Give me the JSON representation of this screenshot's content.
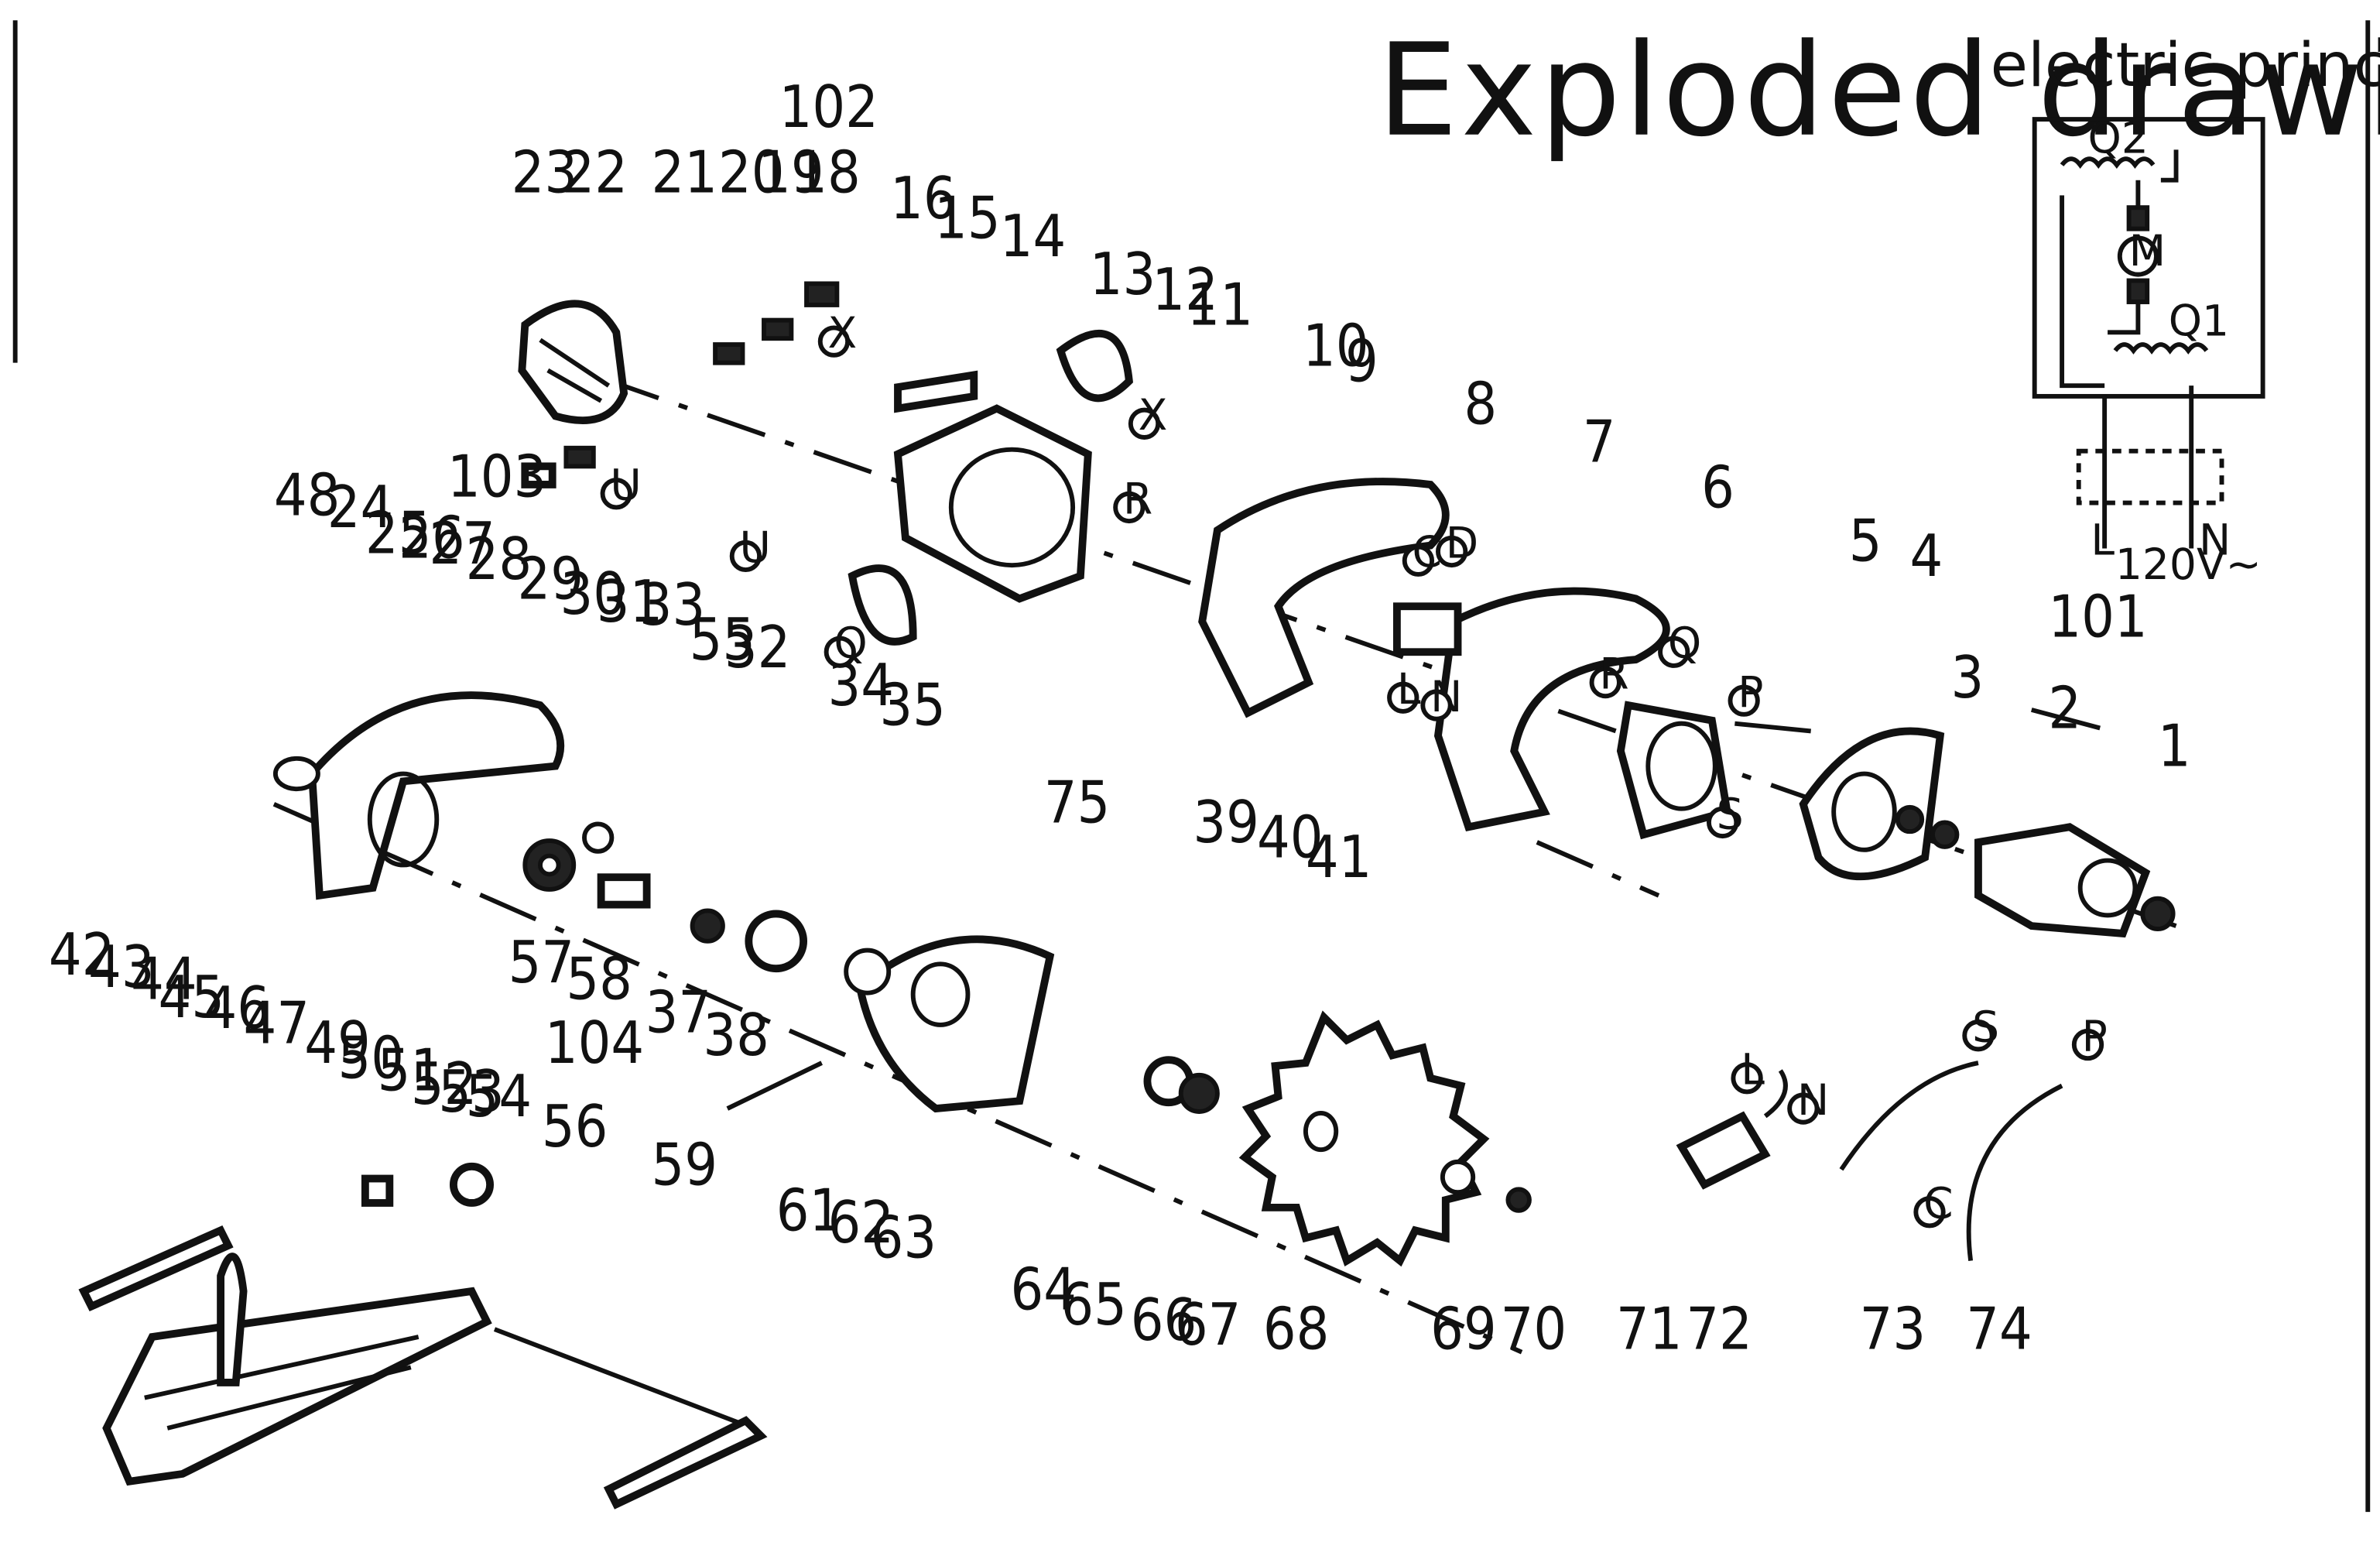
{
  "title": "Exploded drawing",
  "schematic": {
    "title": "electric principle drawing",
    "q2": "Q2",
    "q1": "Q1",
    "motor": "M",
    "terminal_l": "L",
    "terminal_n": "N",
    "voltage": "120V~"
  },
  "part_numbers": [
    "1",
    "2",
    "3",
    "4",
    "5",
    "6",
    "7",
    "8",
    "9",
    "10",
    "11",
    "12",
    "13",
    "14",
    "15",
    "16",
    "18",
    "19",
    "20",
    "21",
    "22",
    "23",
    "24",
    "25",
    "26",
    "27",
    "28",
    "29",
    "30",
    "31",
    "32",
    "33",
    "34",
    "35",
    "37",
    "38",
    "39",
    "40",
    "41",
    "42",
    "43",
    "44",
    "45",
    "46",
    "47",
    "48",
    "49",
    "50",
    "51",
    "52",
    "53",
    "54",
    "55",
    "56",
    "57",
    "58",
    "59",
    "61",
    "62",
    "63",
    "64",
    "65",
    "66",
    "67",
    "68",
    "69",
    "70",
    "71",
    "72",
    "73",
    "74",
    "75",
    "101",
    "102",
    "103",
    "104"
  ],
  "wire_markers": [
    "X",
    "U",
    "R",
    "Q",
    "C",
    "D",
    "L",
    "N",
    "P",
    "S"
  ]
}
